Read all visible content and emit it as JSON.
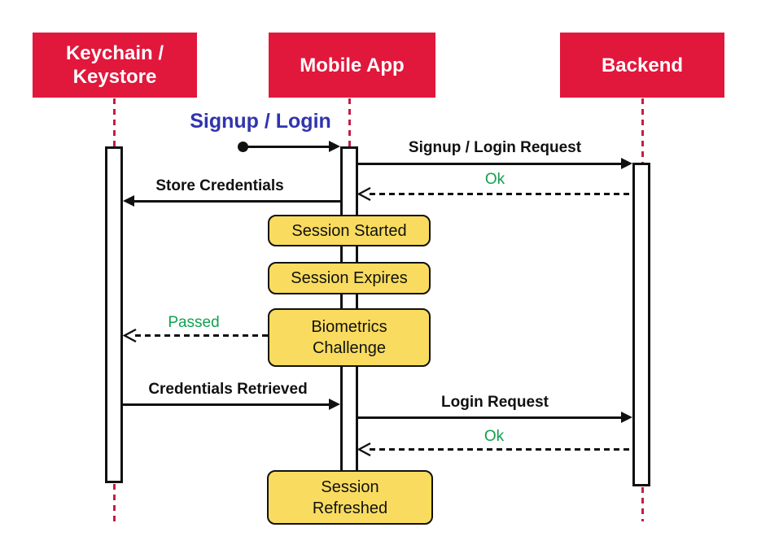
{
  "title": "Signup / Login",
  "actors": {
    "keychain": {
      "line1": "Keychain /",
      "line2": "Keystore"
    },
    "mobile": {
      "label": "Mobile App"
    },
    "backend": {
      "label": "Backend"
    }
  },
  "messages": {
    "signup_request": "Signup / Login Request",
    "signup_ok": "Ok",
    "store_credentials": "Store Credentials",
    "passed": "Passed",
    "credentials_retrieved": "Credentials Retrieved",
    "login_request": "Login Request",
    "login_ok": "Ok"
  },
  "notes": {
    "session_started": "Session Started",
    "session_expires": "Session Expires",
    "biometrics": {
      "line1": "Biometrics",
      "line2": "Challenge"
    },
    "session_refreshed": {
      "line1": "Session",
      "line2": "Refreshed"
    }
  },
  "colors": {
    "actor_box": "#E2173C",
    "lifeline": "#C41E45",
    "note_fill": "#F9DC5F",
    "message_green": "#11A04E",
    "title_blue": "#3134AE",
    "line_black": "#111111"
  }
}
